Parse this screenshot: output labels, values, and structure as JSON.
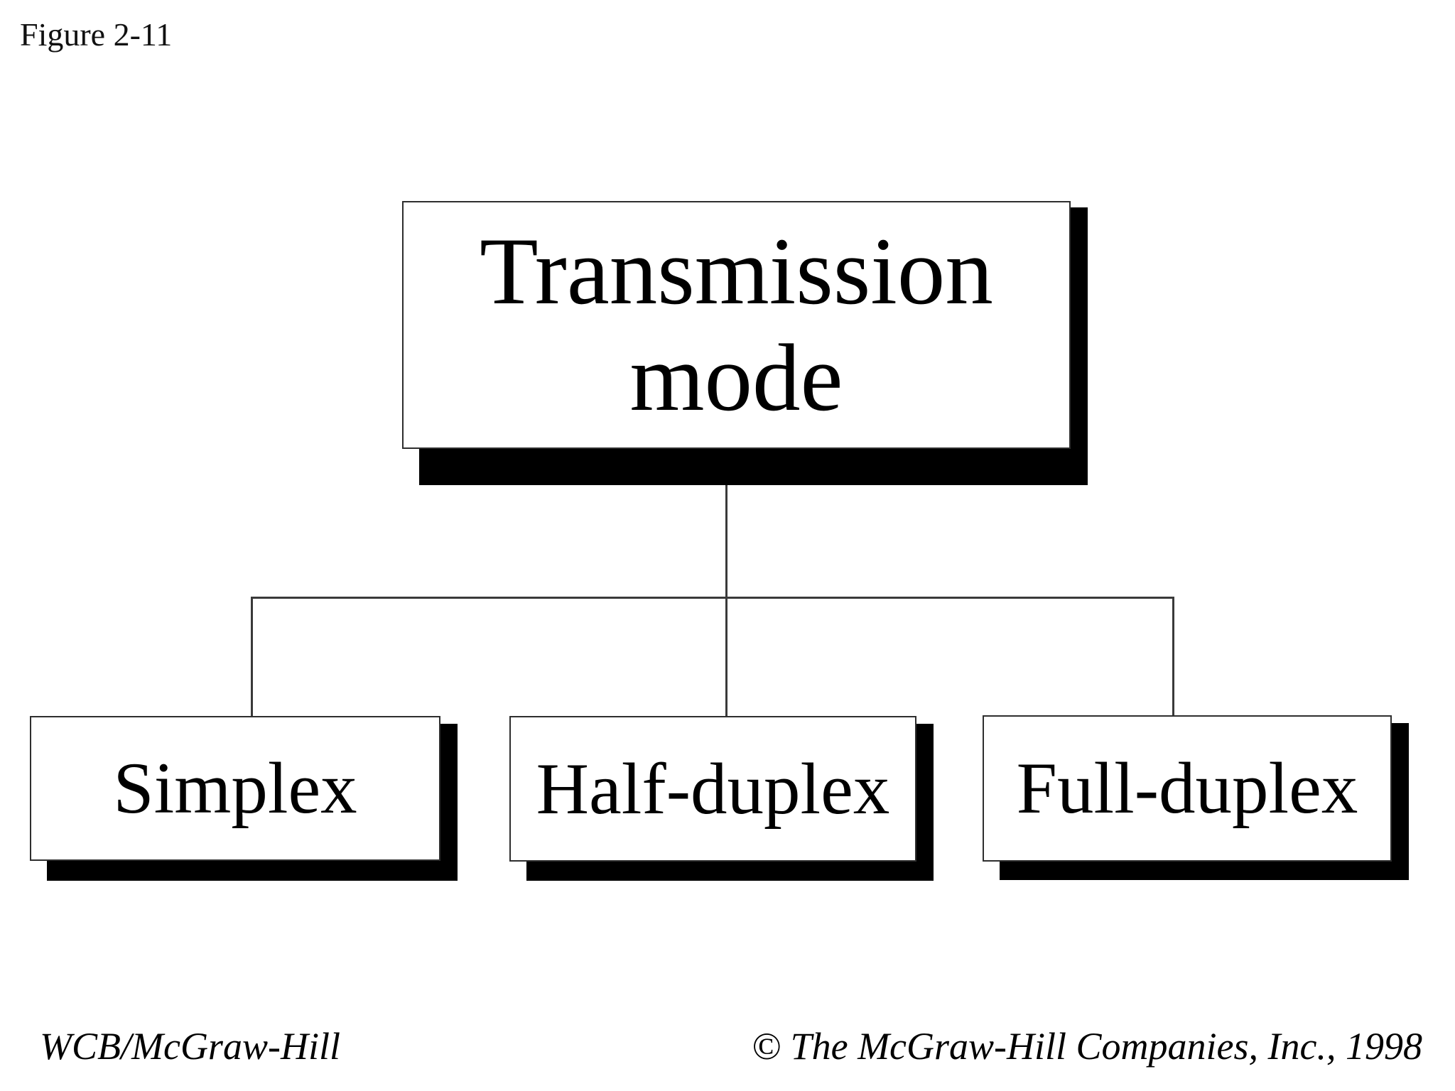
{
  "figure_label": "Figure 2-11",
  "diagram": {
    "root": {
      "line1": "Transmission",
      "line2": "mode"
    },
    "children": [
      {
        "label": "Simplex"
      },
      {
        "label": "Half-duplex"
      },
      {
        "label": "Full-duplex"
      }
    ]
  },
  "footer": {
    "left": "WCB/McGraw-Hill",
    "right": "© The McGraw-Hill Companies, Inc., 1998"
  },
  "colors": {
    "background": "#ffffff",
    "box_fill": "#ffffff",
    "box_border": "#2e2e2e",
    "shadow": "#000000",
    "connector": "#3a3a3a",
    "text": "#000000"
  }
}
